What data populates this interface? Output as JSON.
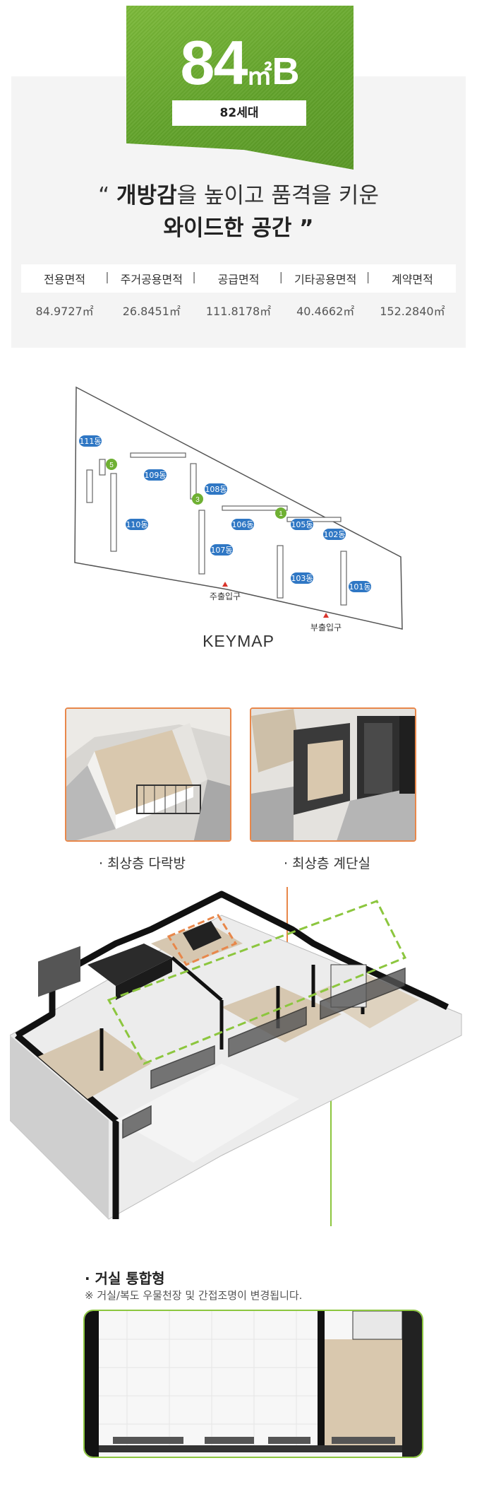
{
  "unit_type": {
    "number": "84",
    "unit": "㎡",
    "letter": "B",
    "households": "82세대"
  },
  "slogan": {
    "prefix": "“ ",
    "highlight1": "개방감",
    "text1": "을 높이고 품격을 키운",
    "highlight2": "와이드한 공간",
    "suffix": " ”"
  },
  "area_table": {
    "headers": [
      "전용면적",
      "주거공용면적",
      "공급면적",
      "기타공용면적",
      "계약면적"
    ],
    "values": [
      "84.9727㎡",
      "26.8451㎡",
      "111.8178㎡",
      "40.4662㎡",
      "152.2840㎡"
    ]
  },
  "keymap": {
    "title": "KEYMAP",
    "buildings": [
      "111동",
      "109동",
      "108동",
      "110동",
      "106동",
      "105동",
      "102동",
      "107동",
      "103동",
      "101동"
    ],
    "markers": [
      "5",
      "3",
      "1"
    ],
    "entrances": [
      "주출입구",
      "부출입구"
    ]
  },
  "photos": {
    "left_label": "· 최상층 다락방",
    "right_label": "· 최상층 계단실"
  },
  "living": {
    "title": "· 거실 통합형",
    "note": "※ 거실/복도 우물천장 및 간접조명이 변경됩니다."
  },
  "colors": {
    "accent_green": "#6fb033",
    "orange": "#e8874a",
    "building_label": "#2f77c4"
  }
}
